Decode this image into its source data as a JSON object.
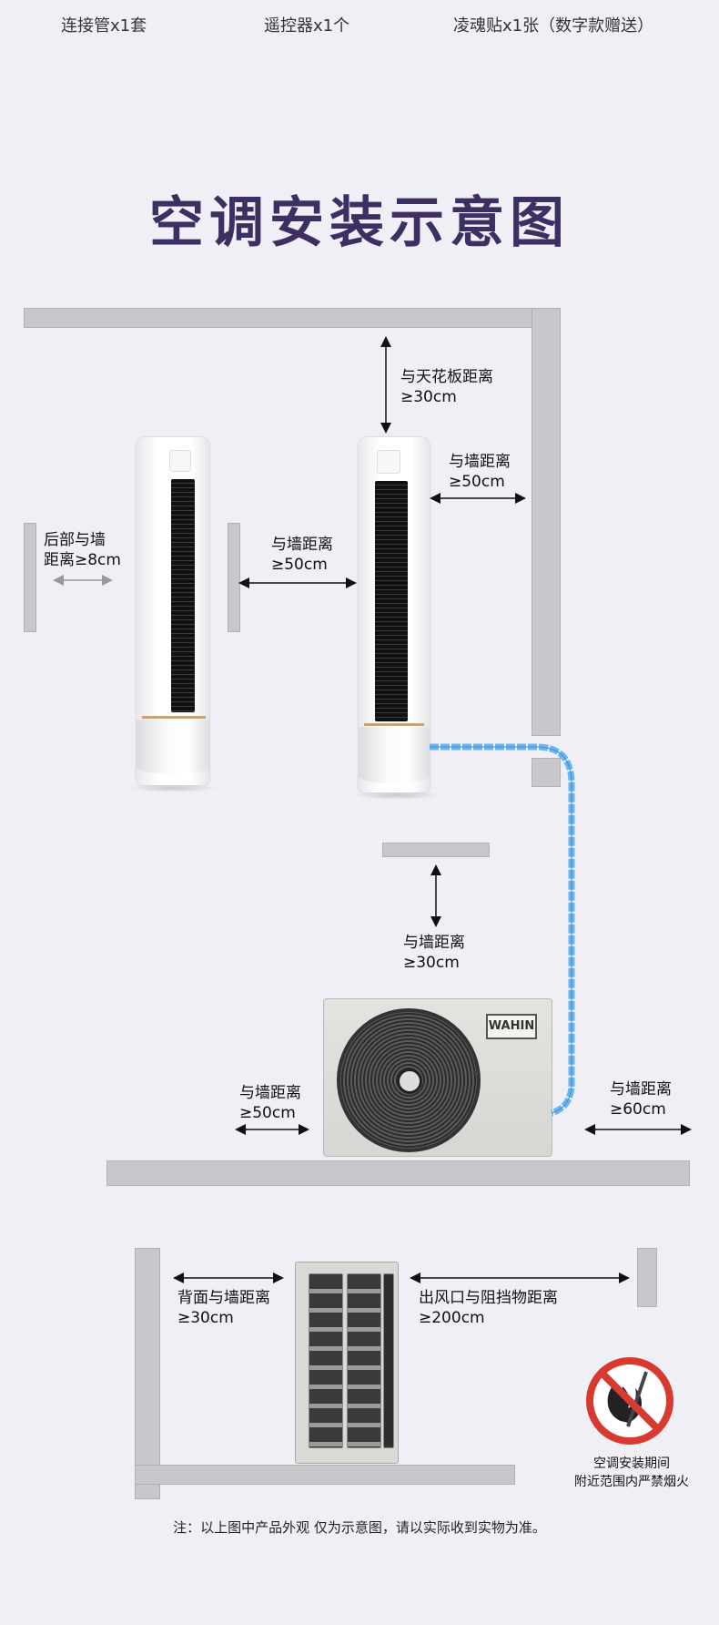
{
  "accessories": [
    "连接管x1套",
    "遥控器x1个",
    "凌魂贴x1张（数字款赠送）"
  ],
  "title": "空调安装示意图",
  "labels": {
    "ceiling": [
      "与天花板距离",
      "≥30cm"
    ],
    "back_wall": [
      "后部与墙",
      "距离≥8cm"
    ],
    "wall_mid": [
      "与墙距离",
      "≥50cm"
    ],
    "wall_right": [
      "与墙距离",
      "≥50cm"
    ],
    "odu_top": [
      "与墙距离",
      "≥30cm"
    ],
    "odu_left": [
      "与墙距离",
      "≥50cm"
    ],
    "odu_right": [
      "与墙距离",
      "≥60cm"
    ],
    "back_side": [
      "背面与墙距离",
      "≥30cm"
    ],
    "outlet": [
      "出风口与阻挡物距离",
      "≥200cm"
    ]
  },
  "outdoor_logo": "WAHIN",
  "warning": [
    "空调安装期间",
    "附近范围内严禁烟火"
  ],
  "note": "注：以上图中产品外观 仅为示意图，请以实际收到实物为准。",
  "colors": {
    "title": "#3d2f62",
    "pipe": "#67b6f2",
    "prohibit": "#d83a2f"
  }
}
